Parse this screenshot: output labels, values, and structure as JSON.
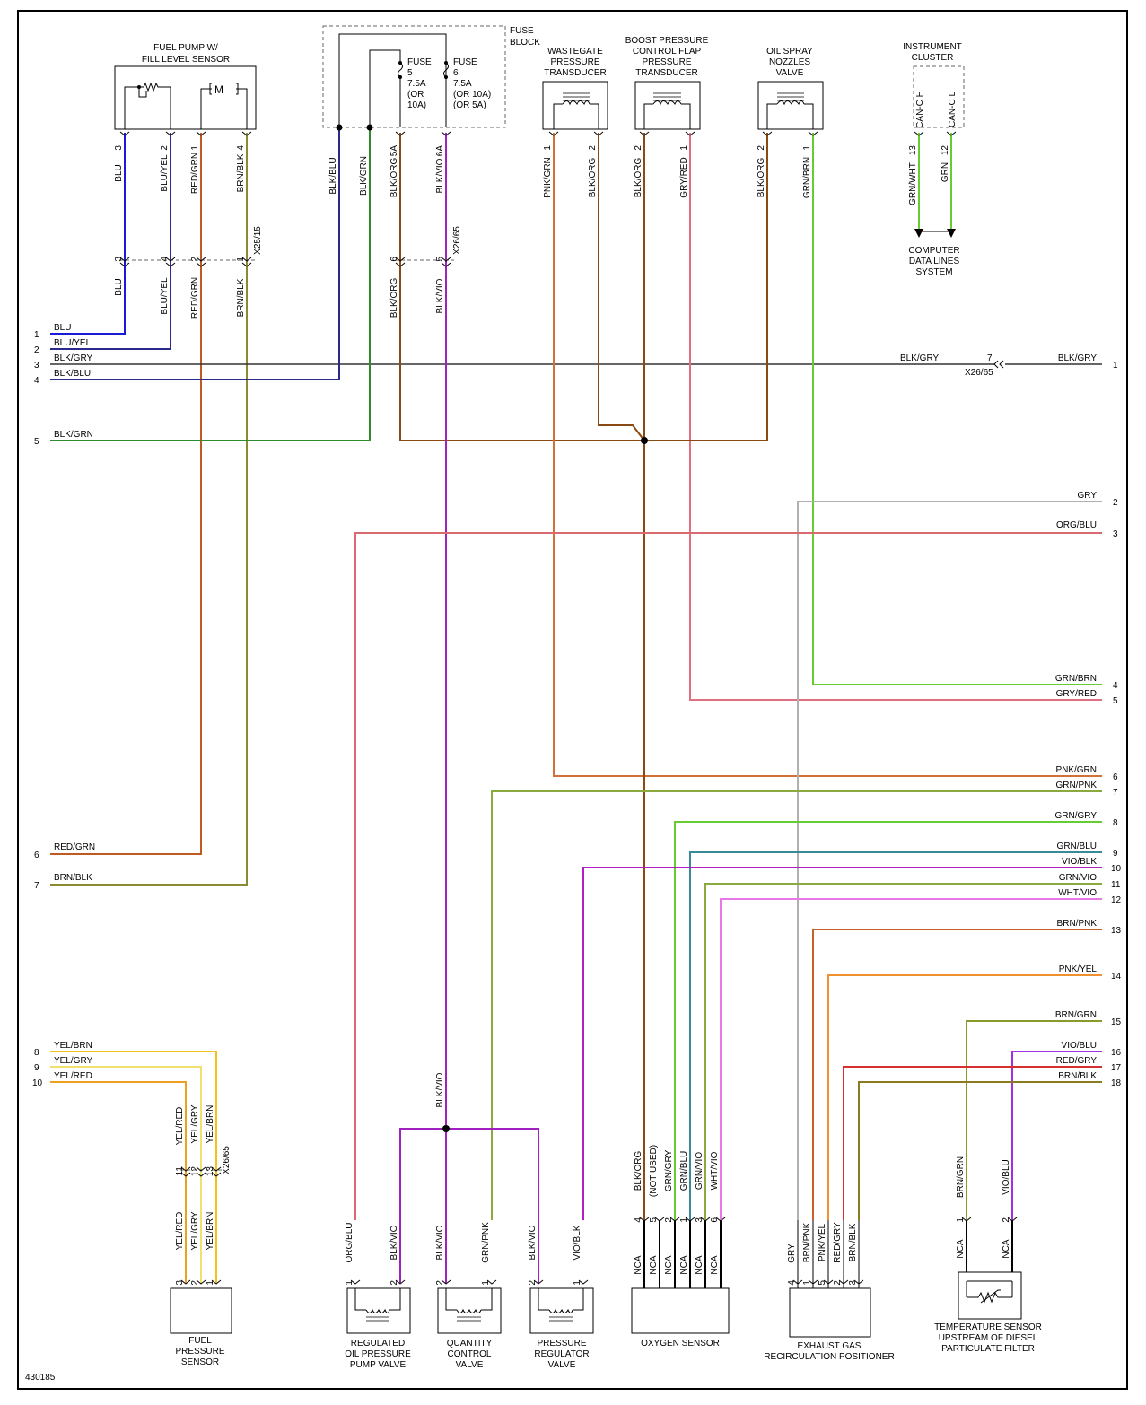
{
  "figure_id": "430185",
  "fuse_block": {
    "label": [
      "FUSE",
      "BLOCK"
    ],
    "fuse5": [
      "FUSE",
      "5",
      "7.5A",
      "(OR",
      "10A)"
    ],
    "fuse6": [
      "FUSE",
      "6",
      "7.5A",
      "(OR 10A)",
      "(OR 5A)"
    ]
  },
  "components": {
    "fuel_pump": [
      "FUEL PUMP W/",
      "FILL LEVEL SENSOR"
    ],
    "wastegate": [
      "WASTEGATE",
      "PRESSURE",
      "TRANSDUCER"
    ],
    "boost": [
      "BOOST PRESSURE",
      "CONTROL FLAP",
      "PRESSURE",
      "TRANSDUCER"
    ],
    "oil_spray": [
      "OIL SPRAY",
      "NOZZLES",
      "VALVE"
    ],
    "instrument_cluster": [
      "INSTRUMENT",
      "CLUSTER"
    ],
    "computer_data": [
      "COMPUTER",
      "DATA LINES",
      "SYSTEM"
    ],
    "fuel_pressure": [
      "FUEL",
      "PRESSURE",
      "SENSOR"
    ],
    "regulated_oil": [
      "REGULATED",
      "OIL PRESSURE",
      "PUMP VALVE"
    ],
    "quantity": [
      "QUANTITY",
      "CONTROL",
      "VALVE"
    ],
    "pressure_reg": [
      "PRESSURE",
      "REGULATOR",
      "VALVE"
    ],
    "oxygen": [
      "OXYGEN SENSOR"
    ],
    "egr": [
      "EXHAUST GAS",
      "RECIRCULATION POSITIONER"
    ],
    "temp_sensor": [
      "TEMPERATURE SENSOR",
      "UPSTREAM OF DIESEL",
      "PARTICULATE FILTER"
    ]
  },
  "connectors": {
    "x25_15": "X25/15",
    "x26_65": "X26/65",
    "can_h": "CAN-C H",
    "can_l": "CAN-C L",
    "m_symbol": "M",
    "nca": "NCA",
    "not_used": "(NOT USED)"
  },
  "left_wires": [
    {
      "num": "1",
      "label": "BLU"
    },
    {
      "num": "2",
      "label": "BLU/YEL"
    },
    {
      "num": "3",
      "label": "BLK/GRY"
    },
    {
      "num": "4",
      "label": "BLK/BLU"
    },
    {
      "num": "5",
      "label": "BLK/GRN"
    },
    {
      "num": "6",
      "label": "RED/GRN"
    },
    {
      "num": "7",
      "label": "BRN/BLK"
    },
    {
      "num": "8",
      "label": "YEL/BRN"
    },
    {
      "num": "9",
      "label": "YEL/GRY"
    },
    {
      "num": "10",
      "label": "YEL/RED"
    }
  ],
  "right_wires": [
    {
      "num": "1",
      "label": "BLK/GRY"
    },
    {
      "num": "2",
      "label": "GRY"
    },
    {
      "num": "3",
      "label": "ORG/BLU"
    },
    {
      "num": "4",
      "label": "GRN/BRN"
    },
    {
      "num": "5",
      "label": "GRY/RED"
    },
    {
      "num": "6",
      "label": "PNK/GRN"
    },
    {
      "num": "7",
      "label": "GRN/PNK"
    },
    {
      "num": "8",
      "label": "GRN/GRY"
    },
    {
      "num": "9",
      "label": "GRN/BLU"
    },
    {
      "num": "10",
      "label": "VIO/BLK"
    },
    {
      "num": "11",
      "label": "GRN/VIO"
    },
    {
      "num": "12",
      "label": "WHT/VIO"
    },
    {
      "num": "13",
      "label": "BRN/PNK"
    },
    {
      "num": "14",
      "label": "PNK/YEL"
    },
    {
      "num": "15",
      "label": "BRN/GRN"
    },
    {
      "num": "16",
      "label": "VIO/BLU"
    },
    {
      "num": "17",
      "label": "RED/GRY"
    },
    {
      "num": "18",
      "label": "BRN/BLK"
    }
  ],
  "colors": {
    "BLU": "#1a1ad9",
    "NAVY": "#2a2a8c",
    "BLK": "#000000",
    "GRN": "#2e8b2e",
    "BRN": "#8b4a13",
    "ORG": "#e06a1a",
    "VIO": "#a020c0",
    "PNK": "#f08080",
    "GRY": "#b0b0b0",
    "LGRN": "#66cc33",
    "YEL": "#f2c21a",
    "RED": "#d42020",
    "OLIVE": "#8a9a2a",
    "TEAL": "#3a8a9a",
    "LVIO": "#e878e8",
    "DGRY": "#888888"
  }
}
